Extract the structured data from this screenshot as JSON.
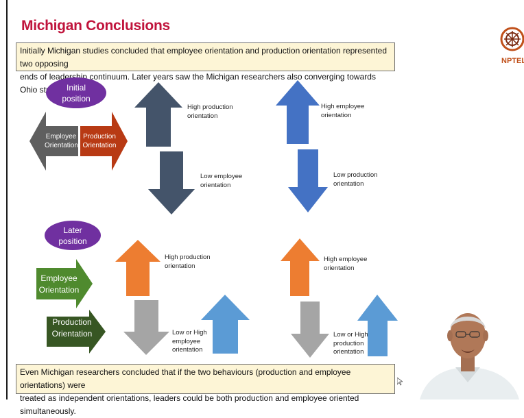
{
  "slide": {
    "title": "Michigan Conclusions",
    "intro_line1": "Initially Michigan studies concluded that employee orientation and production orientation represented two opposing",
    "intro_line2": "ends of leadership continuum. Later years saw the Michigan researchers also converging towards Ohio studies.",
    "conclusion_line1": "Even Michigan researchers concluded that if the two behaviours (production and employee orientations) were",
    "conclusion_line2": "treated as independent orientations, leaders could be both production and employee oriented simultaneously."
  },
  "logo": {
    "text": "NPTEL"
  },
  "initial": {
    "label_line1": "Initial",
    "label_line2": "position",
    "employee_line1": "Employee",
    "employee_line2": "Orientation",
    "production_line1": "Production",
    "production_line2": "Orientation",
    "left_up_line1": "High production",
    "left_up_line2": "orientation",
    "left_down_line1": "Low employee",
    "left_down_line2": "orientation",
    "right_up_line1": "High employee",
    "right_up_line2": "orientation",
    "right_down_line1": "Low production",
    "right_down_line2": "orientation"
  },
  "later": {
    "label_line1": "Later",
    "label_line2": "position",
    "employee_line1": "Employee",
    "employee_line2": "Orientation",
    "production_line1": "Production",
    "production_line2": "Orientation",
    "left_up_line1": "High production",
    "left_up_line2": "orientation",
    "left_down_line1": "Low or High",
    "left_down_line2": "employee",
    "left_down_line3": "orientation",
    "right_up_line1": "High employee",
    "right_up_line2": "orientation",
    "right_down_line1": "Low or High",
    "right_down_line2": "production",
    "right_down_line3": "orientation"
  },
  "colors": {
    "title": "#c0143c",
    "purple": "#7030a0",
    "gray_arrow": "#5f5f5f",
    "rust_arrow": "#b83a14",
    "navy_arrow": "#44546a",
    "blue_arrow": "#4472c4",
    "green_arrow": "#4f8a2e",
    "dark_green_arrow": "#375623",
    "orange_arrow": "#ed7d31",
    "light_gray_arrow": "#a5a5a5",
    "light_blue_arrow": "#5b9bd5",
    "box_fill": "#fdf5d6"
  }
}
